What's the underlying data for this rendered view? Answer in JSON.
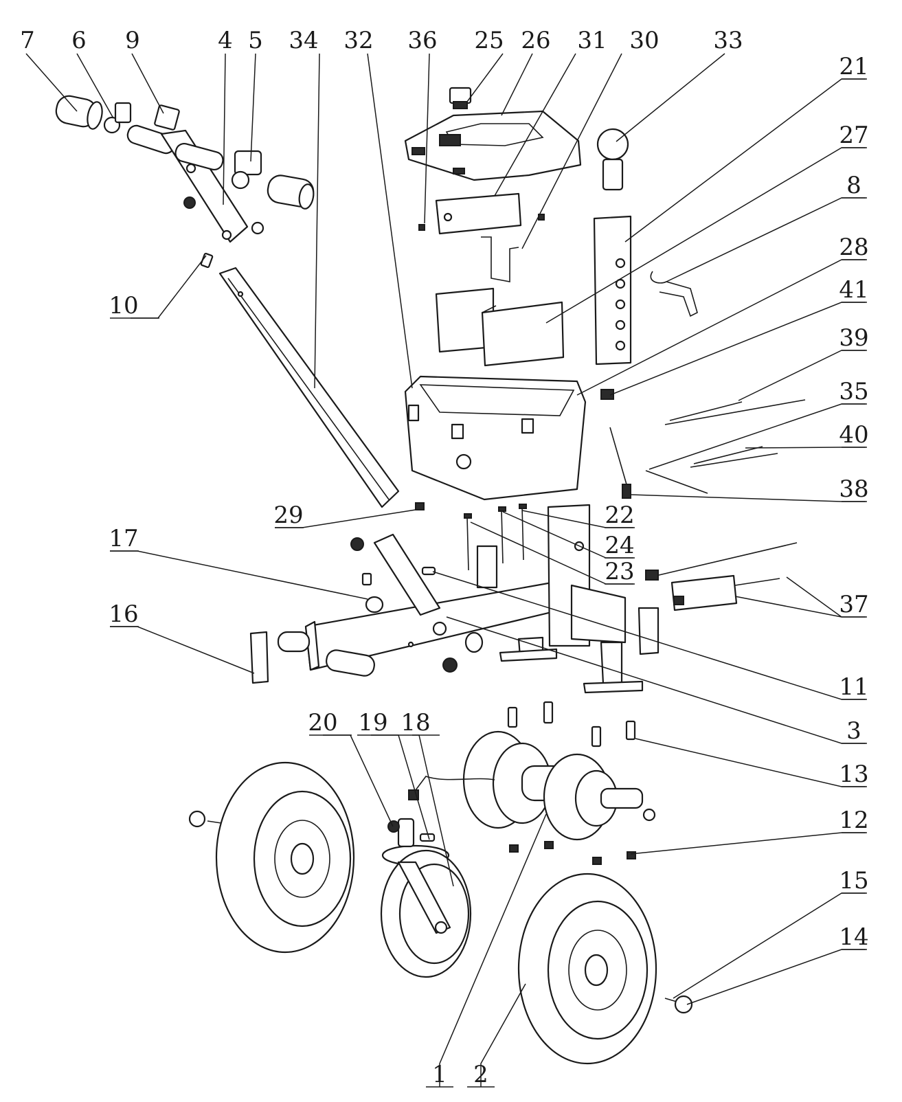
{
  "labels": {
    "p1": "1",
    "p2": "2",
    "p3": "3",
    "p4": "4",
    "p5": "5",
    "p6": "6",
    "p7": "7",
    "p8": "8",
    "p9": "9",
    "p10": "10",
    "p11": "11",
    "p12": "12",
    "p13": "13",
    "p14": "14",
    "p15": "15",
    "p16": "16",
    "p17": "17",
    "p18": "18",
    "p19": "19",
    "p20": "20",
    "p21": "21",
    "p22": "22",
    "p23": "23",
    "p24": "24",
    "p25": "25",
    "p26": "26",
    "p27": "27",
    "p28": "28",
    "p29": "29",
    "p30": "30",
    "p31": "31",
    "p32": "32",
    "p33": "33",
    "p34": "34",
    "p35": "35",
    "p36": "36",
    "p37": "37",
    "p38": "38",
    "p39": "39",
    "p40": "40",
    "p41": "41"
  }
}
